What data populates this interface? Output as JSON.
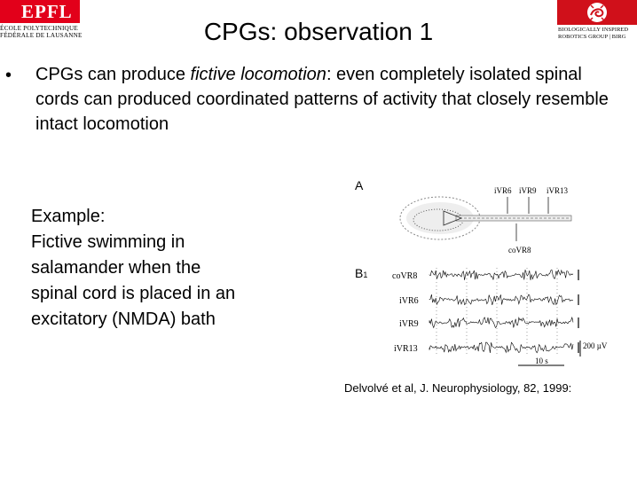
{
  "header": {
    "epfl_logo": {
      "word": "EPFL",
      "line1": "ÉCOLE POLYTECHNIQUE",
      "line2": "FÉDÉRALE DE LAUSANNE",
      "color": "#e2001a"
    },
    "biorob_logo": {
      "line1": "BIOLOGICALLY INSPIRED",
      "line2": "ROBOTICS GROUP | BIRG",
      "color": "#d0101a"
    },
    "title": "CPGs: observation 1"
  },
  "bullet": {
    "mark": "•",
    "prefix": "CPGs can produce ",
    "emphasis": "fictive locomotion",
    "suffix": ": even completely isolated spinal cords can produced coordinated patterns of activity that closely resemble intact locomotion"
  },
  "example": {
    "lines": [
      "Example:",
      "Fictive swimming in",
      "salamander when the",
      "spinal cord is placed in an",
      "excitatory (NMDA) bath"
    ]
  },
  "figure": {
    "panel_a": "A",
    "panel_b": "B",
    "panel_b_sub": "1",
    "top_labels": [
      "iVR6",
      "iVR9",
      "iVR13"
    ],
    "bottom_label": "coVR8",
    "traces": [
      "coVR8",
      "iVR6",
      "iVR9",
      "iVR13"
    ],
    "scale_voltage": "200 µV",
    "scale_time": "10 s"
  },
  "caption": "Delvolvé et al, J. Neurophysiology, 82, 1999:"
}
